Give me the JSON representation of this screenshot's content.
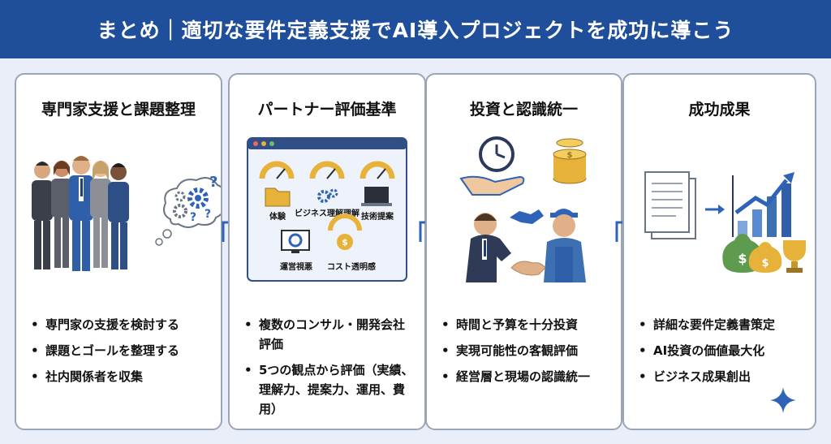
{
  "title": "まとめ｜適切な要件定義支援でAI導入プロジェクトを成功に導こう",
  "panels": [
    {
      "title": "専門家支援と課題整理",
      "bullets": [
        "専門家の支援を検討する",
        "課題とゴールを整理する",
        "社内関係者を収集"
      ]
    },
    {
      "title": "パートナー評価基準",
      "bullets": [
        "複数のコンサル・開発会社評価",
        "5つの観点から評価（実績、理解力、提案力、運用、費用）"
      ],
      "criteria": [
        "体験",
        "ビジネス理解理解",
        "技術提案",
        "運営視悪",
        "コスト透明感"
      ]
    },
    {
      "title": "投資と認識統一",
      "bullets": [
        "時間と予算を十分投資",
        "実現可能性の客観評価",
        "経営層と現場の認識統一"
      ]
    },
    {
      "title": "成功成果",
      "bullets": [
        "詳細な要件定義書策定",
        "AI投資の価値最大化",
        "ビジネス成果創出"
      ]
    }
  ],
  "colors": {
    "banner": "#1f4f9a",
    "accent": "#2f63b8",
    "gold": "#e6b23a",
    "money": "#5e9b4e"
  }
}
